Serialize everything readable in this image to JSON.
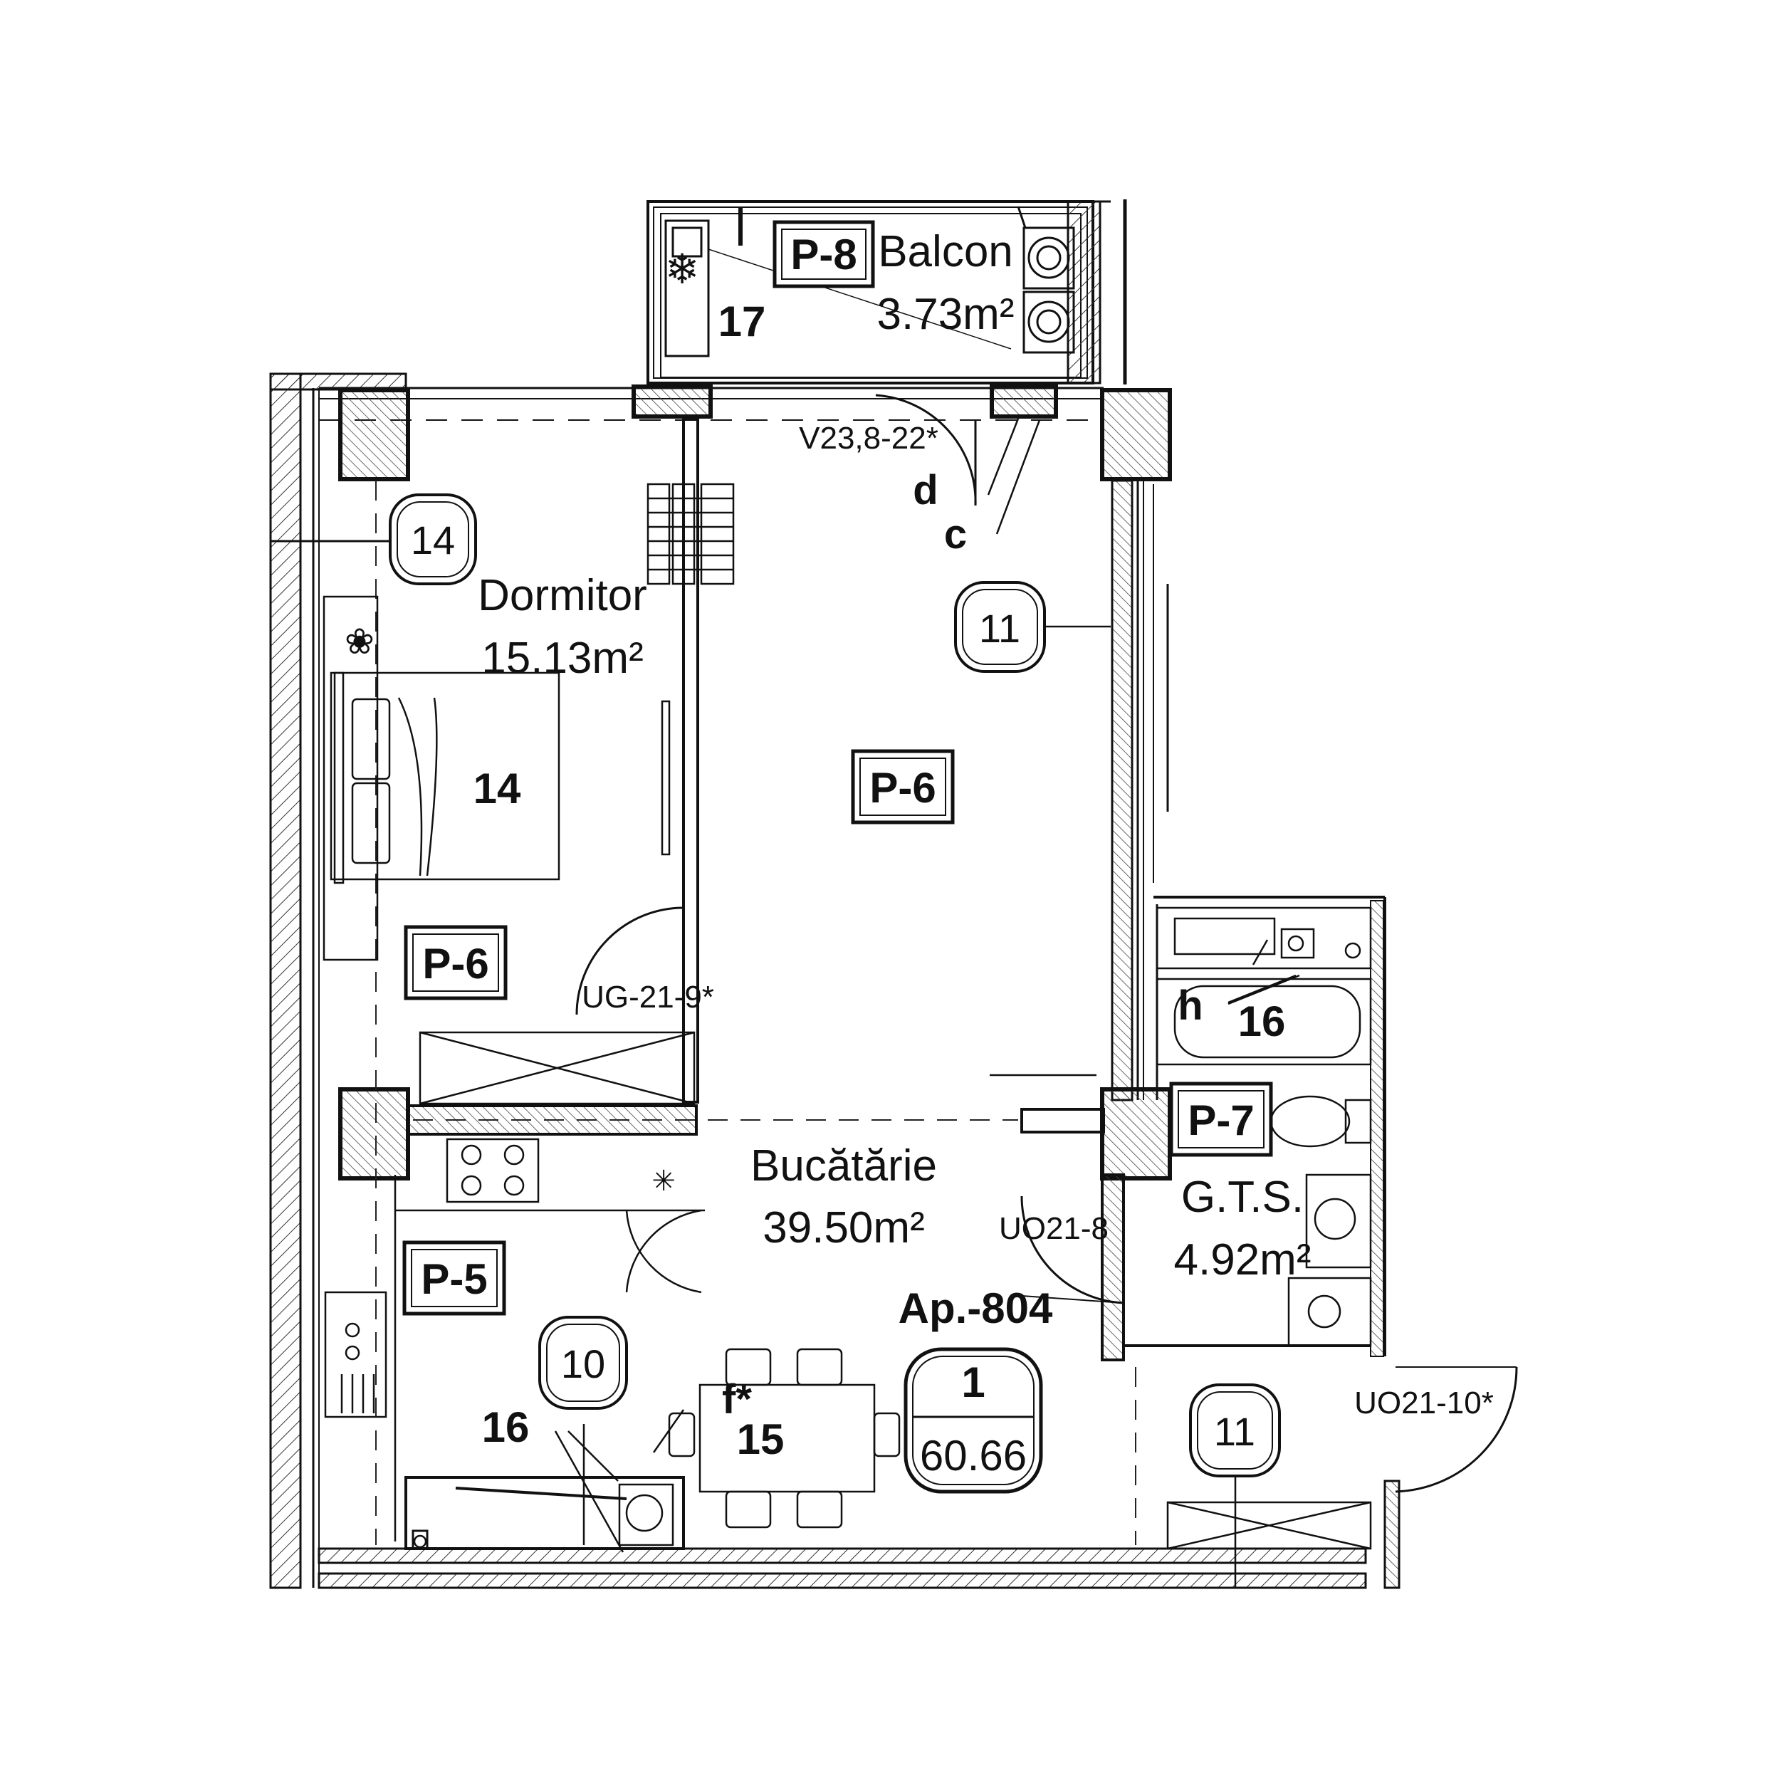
{
  "rooms": {
    "balcon": {
      "name": "Balcon",
      "area": "3.73m²"
    },
    "dormitor": {
      "name": "Dormitor",
      "area": "15.13m²"
    },
    "bucatarie": {
      "name": "Bucătărie",
      "area": "39.50m²"
    },
    "gts": {
      "name": "G.T.S.",
      "area": "4.92m²"
    }
  },
  "tags": {
    "p8": "P-8",
    "p6_living": "P-6",
    "p6_bedroom": "P-6",
    "p7": "P-7",
    "p5": "P-5"
  },
  "bubbles": {
    "b14": "14",
    "b11_top": "11",
    "b10": "10",
    "b11_bottom": "11"
  },
  "numbers": {
    "n17": "17",
    "n14_bed": "14",
    "n16_bath": "16",
    "n16_kitchen": "16",
    "n15": "15"
  },
  "letters": {
    "d": "d",
    "c": "c",
    "h": "h",
    "f": "f*"
  },
  "doors": {
    "v23": "V23,8-22*",
    "ug21": "UG-21-9*",
    "uo21_8": "UO21-8",
    "uo21_10": "UO21-10*"
  },
  "apartment": {
    "code": "Ap.-804",
    "rooms_count": "1",
    "total_area": "60.66"
  }
}
